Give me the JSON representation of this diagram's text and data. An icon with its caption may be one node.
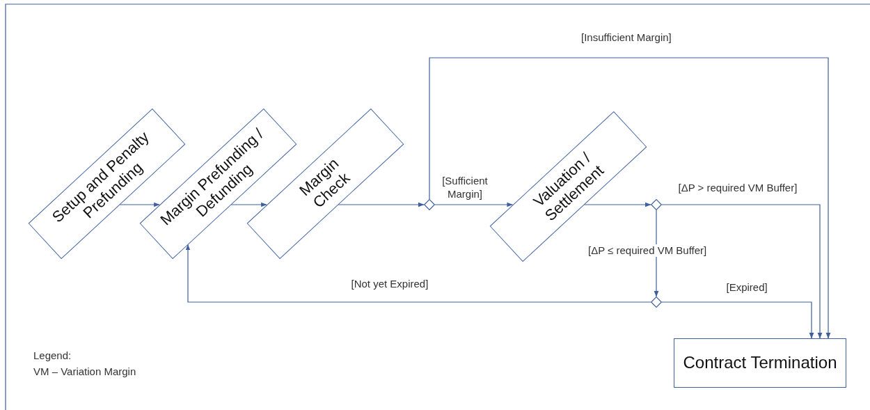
{
  "diagram": {
    "nodes": [
      {
        "text": [
          "Setup and Penalty Prefunding"
        ]
      },
      {
        "text": [
          "Margin Prefunding / Defunding"
        ]
      },
      {
        "text": [
          "Margin Check"
        ]
      },
      {
        "text": [],
        "shape": "diamond"
      },
      {
        "text": [
          "Valuation / Settlement"
        ]
      },
      {
        "text": [],
        "shape": "diamond"
      },
      {
        "text": [],
        "shape": "diamond"
      },
      {
        "text": [
          "Contract Termination"
        ]
      }
    ],
    "edges": [
      {
        "from": 0,
        "to": 1,
        "arrow": "to"
      },
      {
        "from": 1,
        "to": 2,
        "arrow": "to"
      },
      {
        "from": 2,
        "to": 3,
        "arrow": "to"
      },
      {
        "from": 3,
        "to": 4,
        "arrow": "to",
        "label": "[Sufficient Margin]"
      },
      {
        "from": 3,
        "to": 7,
        "arrow": "to",
        "label": "[Insufficient Margin]"
      },
      {
        "from": 4,
        "to": 5,
        "arrow": "to"
      },
      {
        "from": 5,
        "to": 7,
        "arrow": "to",
        "label": "[ΔP > required VM Buffer]"
      },
      {
        "from": 5,
        "to": 6,
        "arrow": "to",
        "label": "[ΔP ≤ required VM Buffer]"
      },
      {
        "from": 6,
        "to": 1,
        "arrow": "to",
        "label": "[Not yet Expired]"
      },
      {
        "from": 6,
        "to": 7,
        "arrow": "to",
        "label": "[Expired]"
      }
    ],
    "labels": [
      "Legend:",
      "VM – Variation Margin"
    ]
  }
}
